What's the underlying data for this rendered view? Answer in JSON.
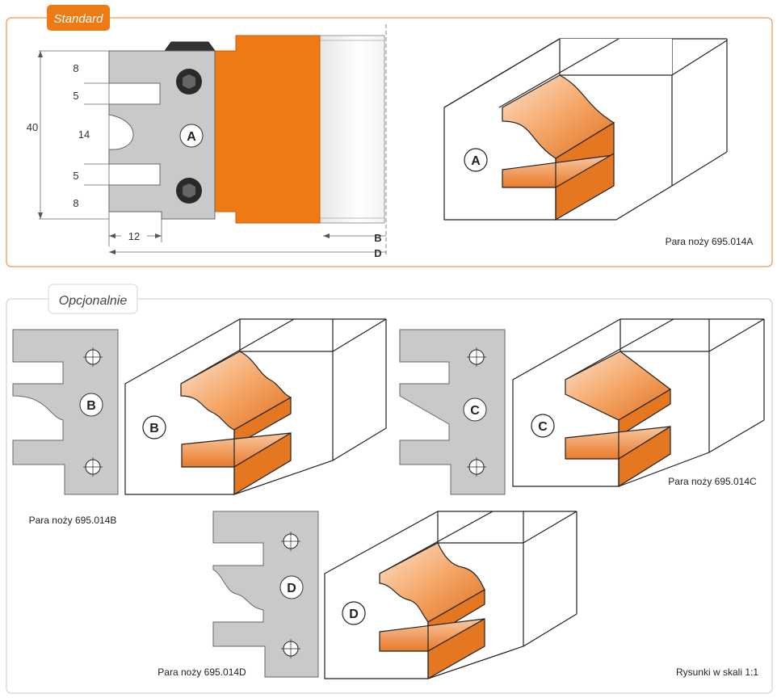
{
  "colors": {
    "orange": "#ee7a14",
    "orange_light": "#f7b483",
    "orange_dark": "#d9641a",
    "gray_plate": "#c8c9cb",
    "panel_border_orange": "#ef9a4c",
    "panel_border_gray": "#d6d6d6"
  },
  "standard": {
    "tag": "Standard",
    "dims": {
      "total": "40",
      "s1": "8",
      "s2": "5",
      "s3": "14",
      "s4": "5",
      "s5": "8",
      "width": "12"
    },
    "letters": {
      "b": "B",
      "d": "D"
    },
    "plate_letter": "A",
    "block_letter": "A",
    "caption": "Para noży 695.014A"
  },
  "optional": {
    "tag": "Opcjonalnie",
    "items": [
      {
        "plate_letter": "B",
        "block_letter": "B",
        "caption": "Para noży 695.014B"
      },
      {
        "plate_letter": "C",
        "block_letter": "C",
        "caption": "Para noży 695.014C"
      },
      {
        "plate_letter": "D",
        "block_letter": "D",
        "caption": "Para noży 695.014D"
      }
    ],
    "scale_note": "Rysunki w skali 1:1"
  }
}
